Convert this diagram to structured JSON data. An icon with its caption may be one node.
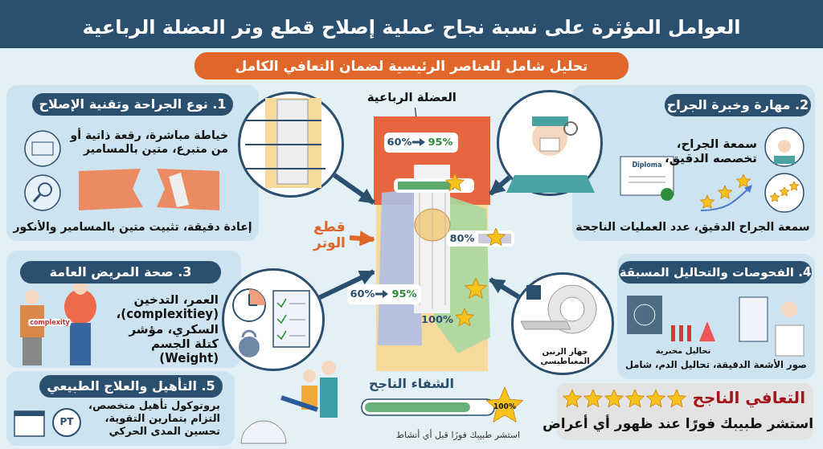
{
  "diagram": {
    "title": "العوامل المؤثرة على نسبة نجاح عملية إصلاح قطع وتر العضلة الرباعية",
    "nodes": [
      {
        "text": [
          "1. نوع الجراحة وتقنية الإصلاح",
          "خياطة مباشرة، رقعة ذاتية أو من متبرع، متين بالمسامير",
          "إعادة دقيقة، تثبيت متين بالمسامير والأنكور"
        ]
      },
      {
        "text": [
          "2. مهارة وخبرة الجراح",
          "سمعة الجراح، تخصصه الدقيق،",
          "سمعة الجراح الدقيق، عدد العمليات الناجحة"
        ]
      },
      {
        "text": [
          "3. صحة المريض العامة",
          "العمر، التدخين (complexitiey)، السكري، مؤشر كتلة الجسم (Weight)"
        ]
      },
      {
        "text": [
          "4. الفحوصات والتحاليل المسبقة",
          "صور الأشعة الدقيقة، تحاليل الدم، شامل"
        ]
      },
      {
        "text": [
          "5. التأهيل والعلاج الطبيعي",
          "بروتوكول تأهيل متخصص، التزام بتمارين التقوية، تحسين المدى الحركي"
        ]
      },
      {
        "text": [
          "التعافي الناجح",
          "استشر طبيبك فورًا عند ظهور أي أعراض"
        ]
      },
      {
        "text": [],
        "shape": "picture"
      },
      {
        "text": [
          "العضلة الرباعية"
        ]
      },
      {
        "text": [
          "قطع الوتر"
        ]
      },
      {
        "text": [],
        "shape": "circle"
      },
      {
        "text": [],
        "shape": "circle"
      },
      {
        "text": [],
        "shape": "circle"
      },
      {
        "text": [
          "جهاز الرنين المغناطيسي"
        ]
      }
    ],
    "edges": [
      {
        "from": 7,
        "to": 6,
        "arrow": "none",
        "color": "#333333"
      },
      {
        "from": 8,
        "to": 6,
        "arrow": "to",
        "color": "#e0662a"
      },
      {
        "from": 9,
        "to": 6,
        "arrow": "to"
      },
      {
        "from": 10,
        "to": 6,
        "arrow": "to"
      },
      {
        "from": 11,
        "to": 6,
        "arrow": "to"
      },
      {
        "from": 12,
        "to": 6,
        "arrow": "to"
      }
    ],
    "labels": [
      "تحليل شامل للعناصر الرئيسية لضمان التعافي الكامل",
      "60%",
      "95%",
      "80%",
      "60%",
      "95%",
      "100%",
      "الشفاء الناجح",
      "100%",
      "استشر طبيبك فورًا قبل أي أنشاط",
      "Diploma",
      "complexity",
      "PT",
      "تحاليل مخبرية"
    ]
  }
}
